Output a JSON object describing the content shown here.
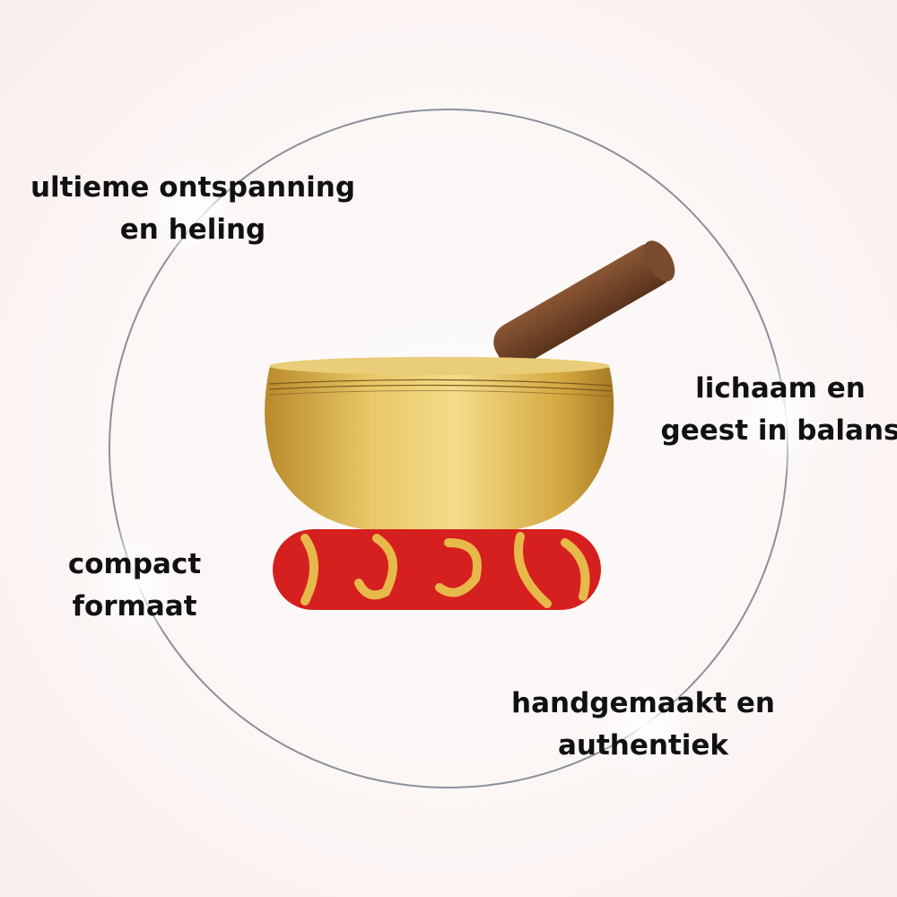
{
  "features": [
    {
      "line1": "ultieme ontspanning",
      "line2": "en heling"
    },
    {
      "line1": "lichaam en",
      "line2": "geest in balans"
    },
    {
      "line1": "compact",
      "line2": "formaat"
    },
    {
      "line1": "handgemaakt en",
      "line2": "authentiek"
    }
  ],
  "colors": {
    "circle": "#8a909c",
    "gold": "#d9b04a",
    "cushion_red": "#d61f1f",
    "wood": "#6e4126"
  }
}
